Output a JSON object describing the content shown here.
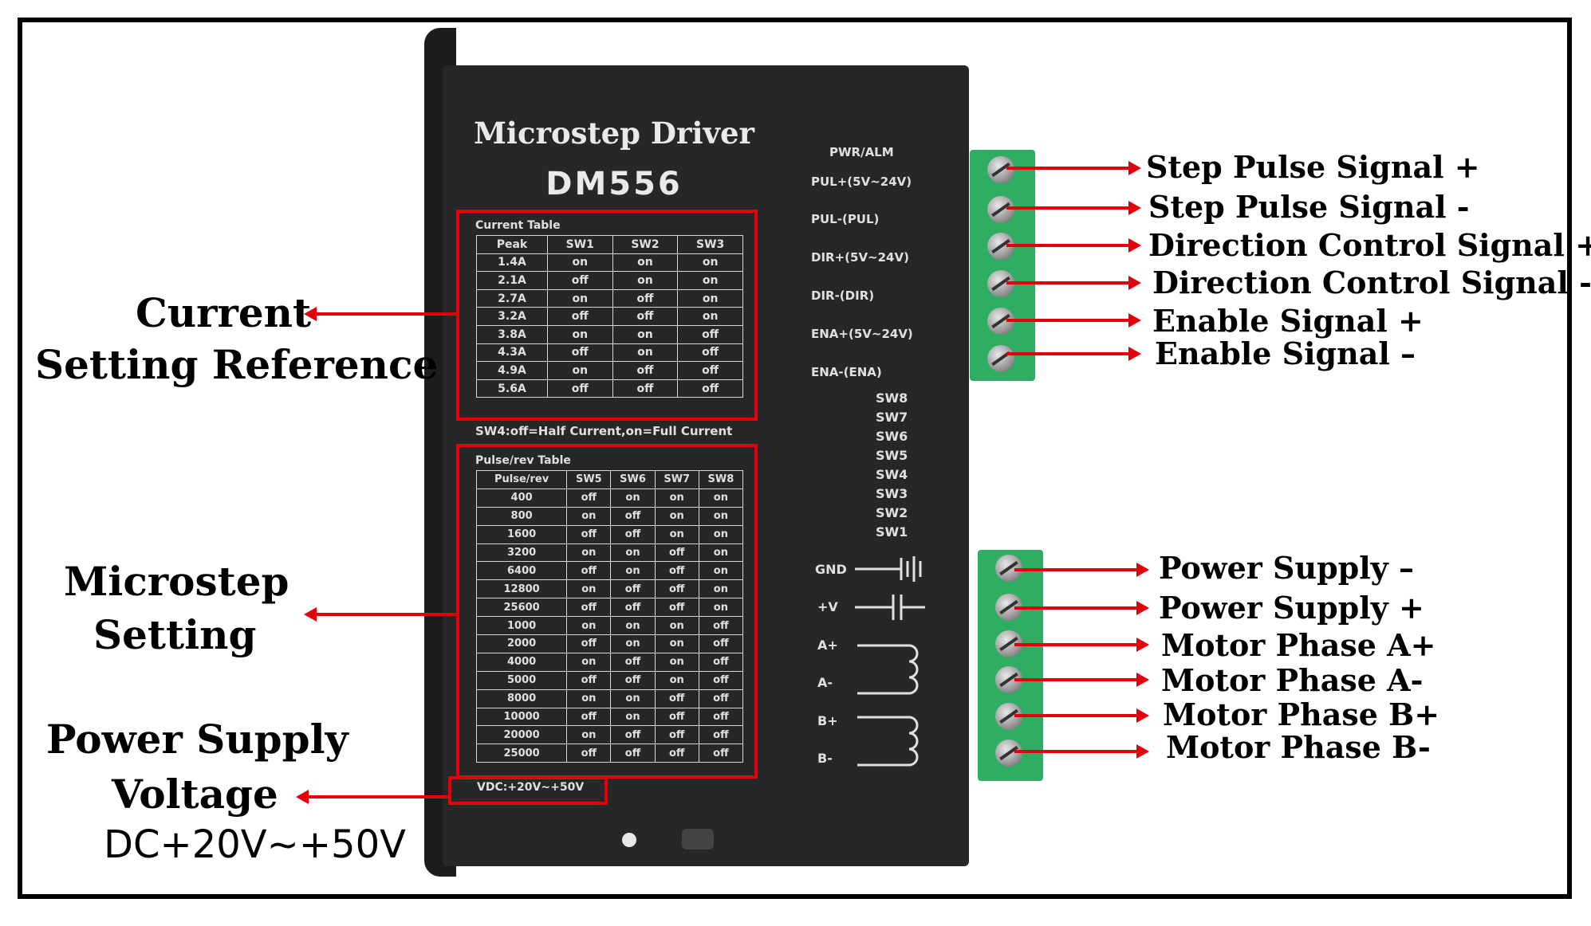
{
  "driver": {
    "title": "Microstep Driver",
    "model": "DM556",
    "signal_labels": [
      "PWR/ALM",
      "PUL+(5V~24V)",
      "PUL-(PUL)",
      "DIR+(5V~24V)",
      "DIR-(DIR)",
      "ENA+(5V~24V)",
      "ENA-(ENA)"
    ],
    "switch_labels": [
      "SW8",
      "SW7",
      "SW6",
      "SW5",
      "SW4",
      "SW3",
      "SW2",
      "SW1"
    ],
    "power_labels": [
      "GND",
      "+V",
      "A+",
      "A-",
      "B+",
      "B-"
    ],
    "current_table": {
      "caption": "Current Table",
      "headers": [
        "Peak",
        "SW1",
        "SW2",
        "SW3"
      ],
      "rows": [
        [
          "1.4A",
          "on",
          "on",
          "on"
        ],
        [
          "2.1A",
          "off",
          "on",
          "on"
        ],
        [
          "2.7A",
          "on",
          "off",
          "on"
        ],
        [
          "3.2A",
          "off",
          "off",
          "on"
        ],
        [
          "3.8A",
          "on",
          "on",
          "off"
        ],
        [
          "4.3A",
          "off",
          "on",
          "off"
        ],
        [
          "4.9A",
          "on",
          "off",
          "off"
        ],
        [
          "5.6A",
          "off",
          "off",
          "off"
        ]
      ],
      "note": "SW4:off=Half Current,on=Full Current"
    },
    "pulse_table": {
      "caption": "Pulse/rev Table",
      "headers": [
        "Pulse/rev",
        "SW5",
        "SW6",
        "SW7",
        "SW8"
      ],
      "rows": [
        [
          "400",
          "off",
          "on",
          "on",
          "on"
        ],
        [
          "800",
          "on",
          "off",
          "on",
          "on"
        ],
        [
          "1600",
          "off",
          "off",
          "on",
          "on"
        ],
        [
          "3200",
          "on",
          "on",
          "off",
          "on"
        ],
        [
          "6400",
          "off",
          "on",
          "off",
          "on"
        ],
        [
          "12800",
          "on",
          "off",
          "off",
          "on"
        ],
        [
          "25600",
          "off",
          "off",
          "off",
          "on"
        ],
        [
          "1000",
          "on",
          "on",
          "on",
          "off"
        ],
        [
          "2000",
          "off",
          "on",
          "on",
          "off"
        ],
        [
          "4000",
          "on",
          "off",
          "on",
          "off"
        ],
        [
          "5000",
          "off",
          "off",
          "on",
          "off"
        ],
        [
          "8000",
          "on",
          "on",
          "off",
          "off"
        ],
        [
          "10000",
          "off",
          "on",
          "off",
          "off"
        ],
        [
          "20000",
          "on",
          "off",
          "off",
          "off"
        ],
        [
          "25000",
          "off",
          "off",
          "off",
          "off"
        ]
      ]
    },
    "vdc": "VDC:+20V~+50V"
  },
  "left_labels": {
    "current_line1": "Current",
    "current_line2": "Setting Reference",
    "microstep_line1": "Microstep",
    "microstep_line2": "Setting",
    "power_line1": "Power Supply",
    "power_line2": "Voltage",
    "power_line3": "DC+20V~+50V"
  },
  "right_labels": {
    "signal": [
      "Step Pulse Signal +",
      "Step Pulse Signal -",
      "Direction Control Signal +",
      "Direction Control Signal -",
      "Enable Signal +",
      "Enable Signal –"
    ],
    "power": [
      "Power Supply –",
      "Power Supply +",
      "Motor Phase A+",
      "Motor Phase A-",
      "Motor Phase B+",
      "Motor Phase B-"
    ]
  },
  "colors": {
    "annotation": "#e3000b",
    "terminal": "#2fae63",
    "driver": "#27272a"
  }
}
